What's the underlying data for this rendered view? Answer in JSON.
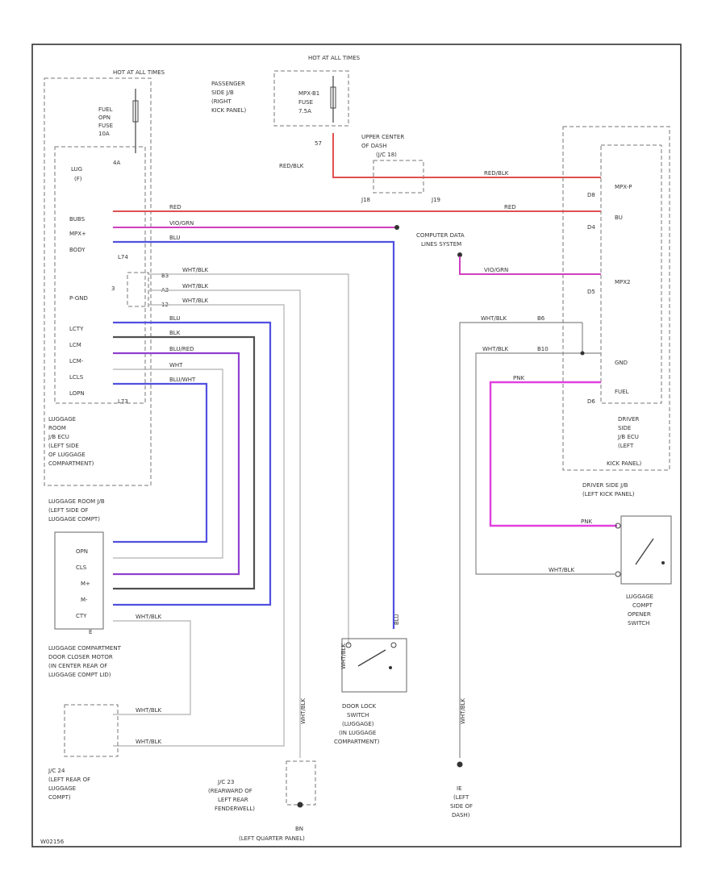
{
  "hot_left": "HOT AT ALL TIMES",
  "hot_right": "HOT AT ALL TIMES",
  "fuel_fuse": [
    "FUEL",
    "OPN",
    "FUSE",
    "10A"
  ],
  "fuse_term_left": "4A",
  "fuse_panel_label": [
    "PASSENGER",
    "SIDE J/B",
    "(RIGHT",
    "KICK PANEL)"
  ],
  "mpx_fuse": [
    "MPX-B1",
    "FUSE",
    "7.5A"
  ],
  "upper_center": [
    "UPPER CENTER",
    "OF DASH",
    "(J/C 18)"
  ],
  "red_blk_left": "RED/BLK",
  "term_57": "57",
  "j18": "J18",
  "j19": "J19",
  "lux_jb_header": [
    "LUG",
    "(F)"
  ],
  "left_pins": [
    "BUBS",
    "MPX+",
    "BODY",
    "L74",
    "P-GND",
    "LCTY",
    "LCM",
    "LCM-",
    "LCLS",
    "LOPN",
    "L73"
  ],
  "left_module": [
    "LUGGAGE",
    "ROOM",
    "J/B ECU",
    "(LEFT SIDE",
    "OF LUGGAGE",
    "COMPARTMENT)"
  ],
  "wire_labels": {
    "red1": "RED",
    "pink1": "VIO/GRN",
    "blue_mpx": "BLU",
    "redblk_top": "RED/BLK",
    "red_right": "RED",
    "vio_right": "VIO/GRN",
    "wht_1": "WHT/BLK",
    "wht_2": "WHT/BLK",
    "wht_3": "WHT/BLK",
    "blu_a": "BLU",
    "blk_a": "BLK",
    "vio_red": "BLU/RED",
    "wht_a": "WHT",
    "blu_wht": "BLU/WHT",
    "pnk": "PNK",
    "wht_blk_r1": "WHT/BLK",
    "wht_blk_r2": "WHT/BLK"
  },
  "junction_terms": [
    "B3",
    "A3",
    "12"
  ],
  "computer_data": [
    "COMPUTER DATA",
    "LINES SYSTEM"
  ],
  "right_pins": [
    "MPX-P",
    "D8",
    "BU",
    "D4",
    "MPX2",
    "D5",
    "GND",
    "FUEL",
    "D6"
  ],
  "right_module": [
    "DRIVER",
    "SIDE",
    "J/B ECU",
    "(LEFT",
    "KICK PANEL)"
  ],
  "driver_jb": [
    "DRIVER SIDE J/B",
    "(LEFT KICK PANEL)"
  ],
  "wht_blk_terms": [
    "B6",
    "B10"
  ],
  "lug_jb_label": [
    "LUGGAGE ROOM J/B",
    "(LEFT SIDE OF",
    "LUGGAGE COMPT)"
  ],
  "motor_pins": [
    "OPN",
    "CLS",
    "M+",
    "M-",
    "CTY",
    "E"
  ],
  "motor_label": [
    "LUGGAGE COMPARTMENT",
    "DOOR CLOSER MOTOR",
    "(IN CENTER REAR OF",
    "LUGGAGE COMPT LID)"
  ],
  "jc24": [
    "J/C 24",
    "(LEFT REAR OF",
    "LUGGAGE",
    "COMPT)"
  ],
  "jc23": [
    "J/C 23",
    "(REARWARD OF",
    "LEFT REAR",
    "FENDERWELL)"
  ],
  "ground_bn": "BN",
  "ground_bn_label": "(LEFT QUARTER PANEL)",
  "door_lock_switch": [
    "DOOR LOCK",
    "SWITCH",
    "(LUGGAGE)",
    "(IN LUGGAGE",
    "COMPARTMENT)"
  ],
  "ground_ie": [
    "IE",
    "(LEFT",
    "SIDE OF",
    "DASH)"
  ],
  "opener_switch": [
    "LUGGAGE",
    "COMPT",
    "OPENER",
    "SWITCH"
  ],
  "vertical_labels": {
    "wht_blk_v1": "WHT/BLK",
    "blu_v": "BLU",
    "wht_blk_v2": "WHT/BLK",
    "wht_blk_v3": "WHT/BLK"
  },
  "footer_code": "W02156"
}
